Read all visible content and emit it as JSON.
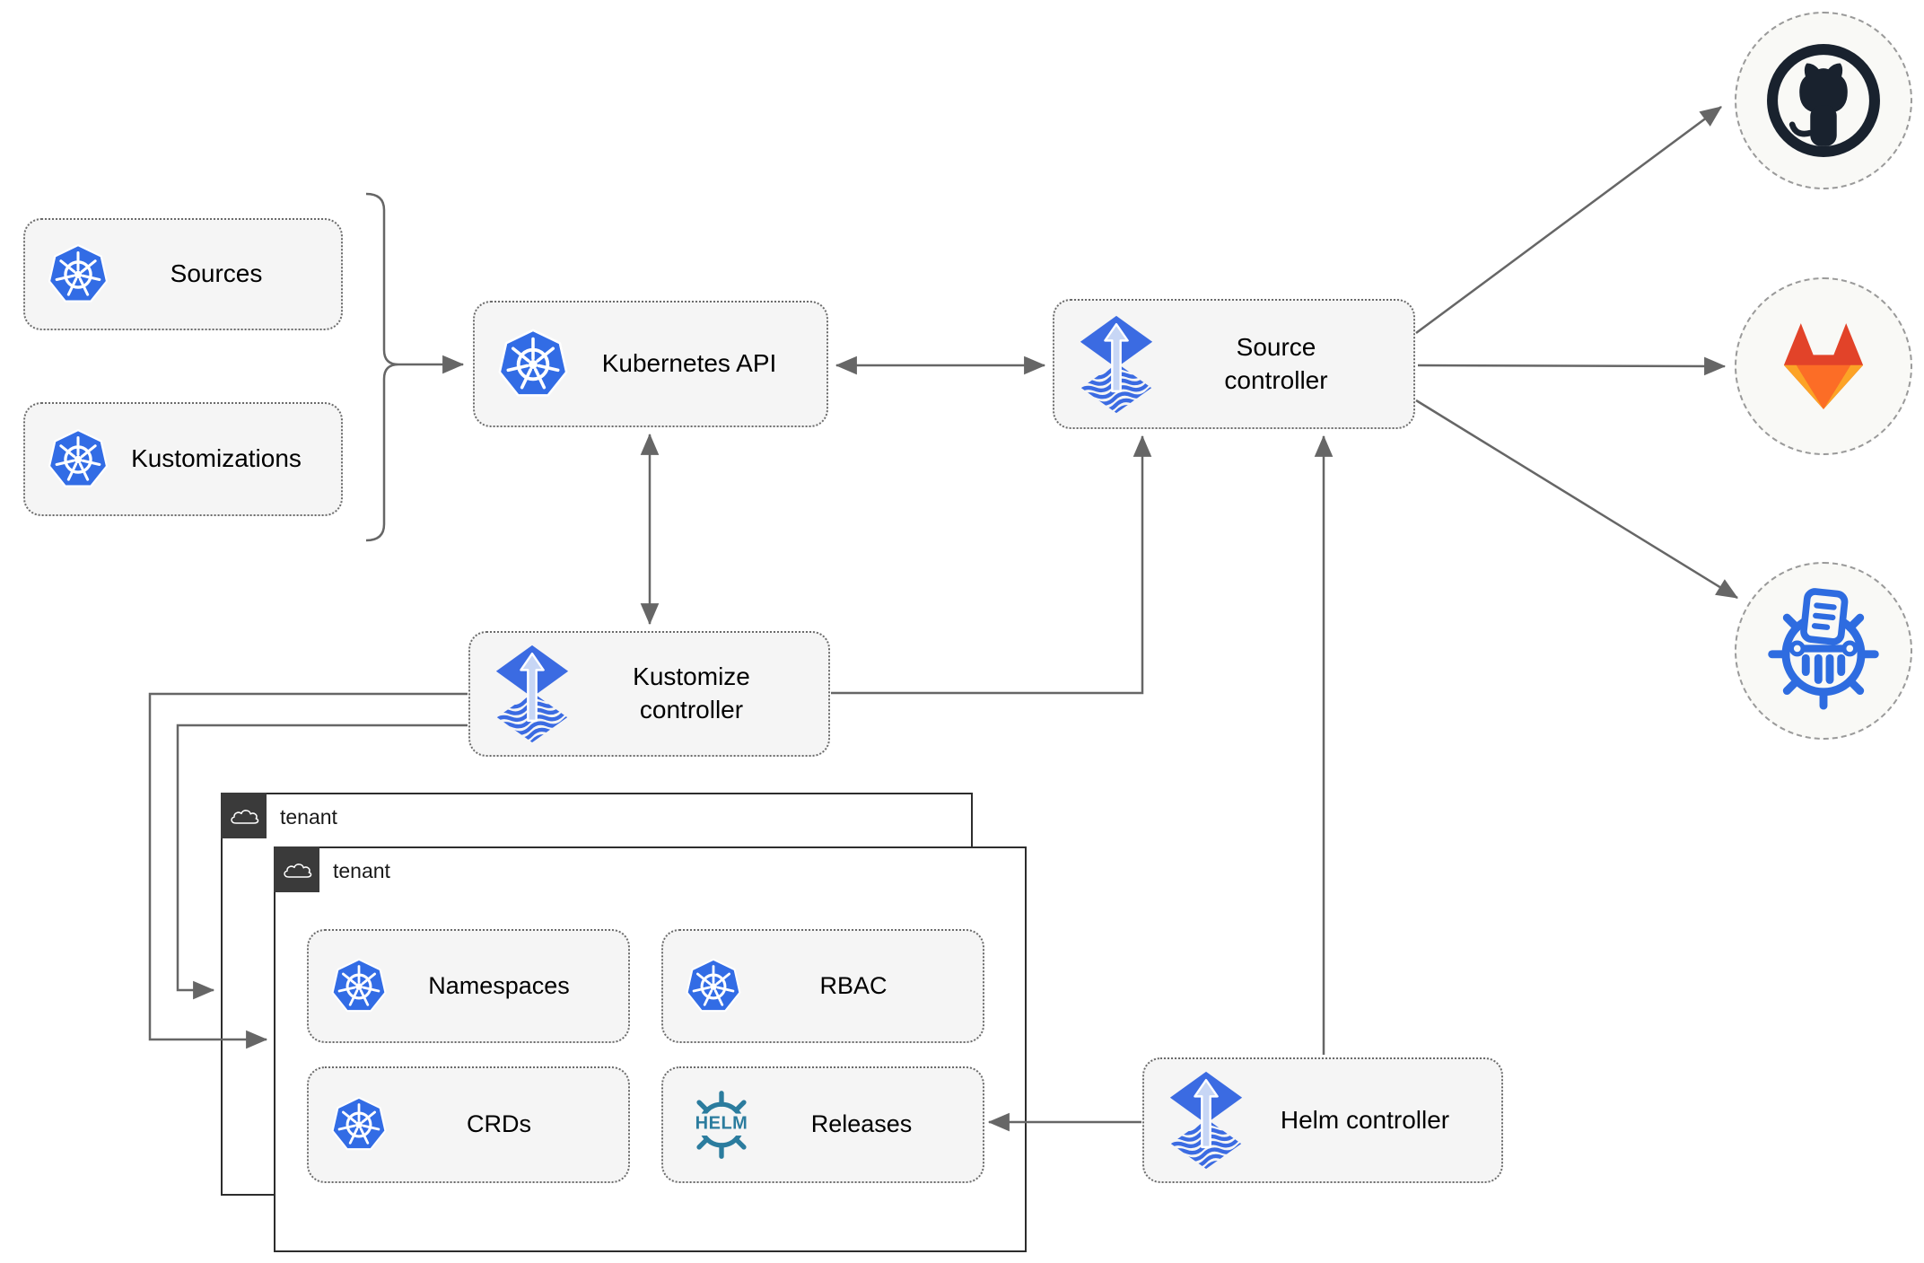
{
  "colors": {
    "kubernetes_blue": "#326ce5",
    "flux_blue": "#3b6be2",
    "flux_light_arrow": "#c7d6f5",
    "helm_teal": "#2b7c9e",
    "github_dark": "#19222e",
    "gitlab_red": "#e24329",
    "gitlab_orange": "#fc6d26",
    "gitlab_yellow": "#fca326",
    "chartmuseum_blue": "#2e6ce0",
    "connector_gray": "#666666",
    "node_fill": "#f5f5f5",
    "tenant_header_dark": "#3a3a3a"
  },
  "nodes": {
    "sources": {
      "label": "Sources"
    },
    "kustomizations": {
      "label": "Kustomizations"
    },
    "kubernetes_api": {
      "label": "Kubernetes API"
    },
    "source_controller": {
      "label": "Source controller"
    },
    "kustomize_controller": {
      "label": "Kustomize controller"
    },
    "helm_controller": {
      "label": "Helm controller"
    },
    "namespaces": {
      "label": "Namespaces"
    },
    "rbac": {
      "label": "RBAC"
    },
    "crds": {
      "label": "CRDs"
    },
    "releases": {
      "label": "Releases"
    }
  },
  "tenants": {
    "back": {
      "label": "tenant"
    },
    "front": {
      "label": "tenant"
    }
  },
  "icons": {
    "helm_wordmark": "HELM",
    "external_targets": [
      "github",
      "gitlab",
      "chartmuseum"
    ],
    "cluster_icon": "kubernetes",
    "flux_icon": "flux",
    "tenant_icon": "cloud"
  }
}
